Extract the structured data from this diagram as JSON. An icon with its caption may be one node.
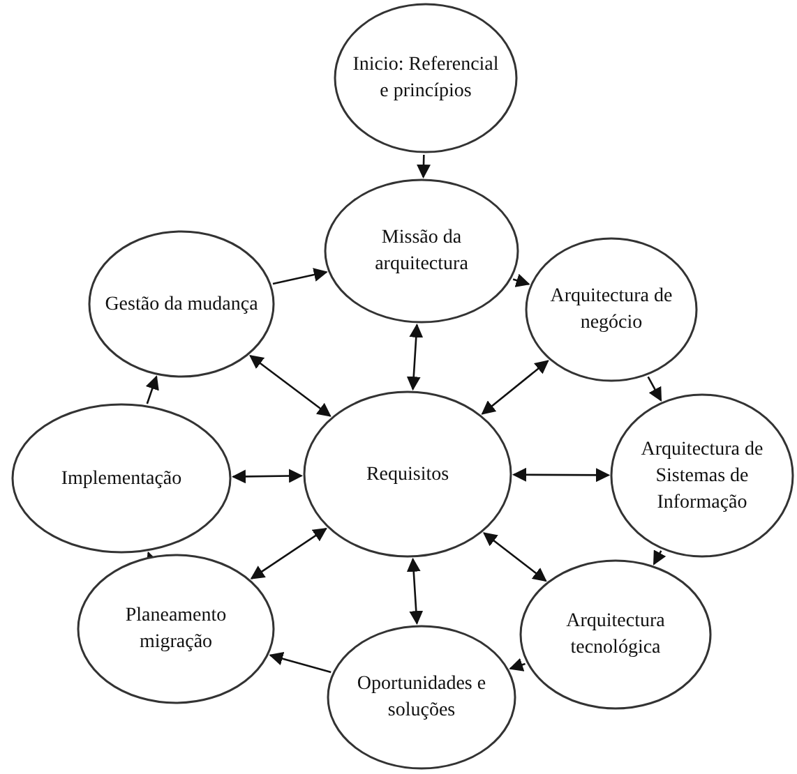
{
  "diagram": {
    "nodes": [
      {
        "text": [
          "Inicio: Referencial e princípios"
        ]
      },
      {
        "text": [
          "Missão da arquitectura"
        ]
      },
      {
        "text": [
          "Gestão da mudança"
        ]
      },
      {
        "text": [
          "Arquitectura de negócio"
        ]
      },
      {
        "text": [
          "Implementação"
        ]
      },
      {
        "text": [
          "Requisitos"
        ]
      },
      {
        "text": [
          "Arquitectura de Sistemas de Informação"
        ]
      },
      {
        "text": [
          "Planeamento migração"
        ]
      },
      {
        "text": [
          "Arquitectura tecnológica"
        ]
      },
      {
        "text": [
          "Oportunidades e soluções"
        ]
      }
    ],
    "edges": [
      {
        "from": 0,
        "to": 1,
        "arrow": "to"
      },
      {
        "from": 1,
        "to": 3,
        "arrow": "to"
      },
      {
        "from": 3,
        "to": 6,
        "arrow": "to"
      },
      {
        "from": 6,
        "to": 8,
        "arrow": "to"
      },
      {
        "from": 8,
        "to": 9,
        "arrow": "to"
      },
      {
        "from": 9,
        "to": 7,
        "arrow": "to"
      },
      {
        "from": 7,
        "to": 4,
        "arrow": "to"
      },
      {
        "from": 4,
        "to": 2,
        "arrow": "to"
      },
      {
        "from": 2,
        "to": 1,
        "arrow": "to"
      },
      {
        "from": 5,
        "to": 1,
        "arrow": "both"
      },
      {
        "from": 5,
        "to": 3,
        "arrow": "both"
      },
      {
        "from": 5,
        "to": 6,
        "arrow": "both"
      },
      {
        "from": 5,
        "to": 8,
        "arrow": "both"
      },
      {
        "from": 5,
        "to": 9,
        "arrow": "both"
      },
      {
        "from": 5,
        "to": 7,
        "arrow": "both"
      },
      {
        "from": 5,
        "to": 4,
        "arrow": "both"
      },
      {
        "from": 5,
        "to": 2,
        "arrow": "both"
      }
    ]
  }
}
